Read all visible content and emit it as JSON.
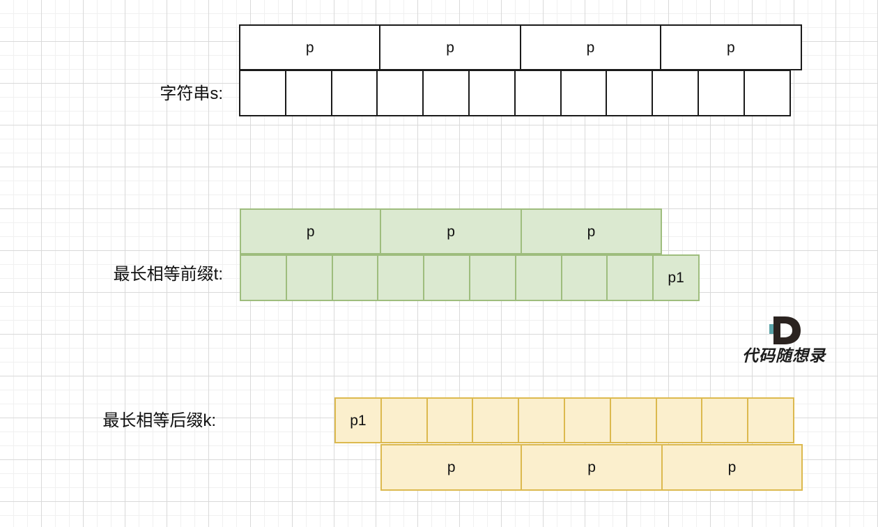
{
  "diagram": {
    "title": "KMP longest equal prefix and suffix decomposition",
    "colors": {
      "background": "#ffffff",
      "grid_minor": "#f0f0f0",
      "grid_major": "#d9d9d9",
      "plain_border": "#1a1a1a",
      "plain_fill": "#ffffff",
      "green_border": "#9ebd7d",
      "green_fill": "#dbe9d0",
      "yellow_border": "#dcb94e",
      "yellow_fill": "#fbefcd",
      "text": "#111111",
      "logo_dark": "#2b2320",
      "logo_teal": "#5ba3a8"
    },
    "sections": [
      {
        "id": "string-s",
        "label": "字符串s:",
        "style": "plain",
        "upper": {
          "blocks": [
            {
              "text": "p",
              "span": 3
            },
            {
              "text": "p",
              "span": 3
            },
            {
              "text": "p",
              "span": 3
            },
            {
              "text": "p",
              "span": 3
            }
          ]
        },
        "lower": {
          "blocks": [
            {
              "text": "",
              "span": 1
            },
            {
              "text": "",
              "span": 1
            },
            {
              "text": "",
              "span": 1
            },
            {
              "text": "",
              "span": 1
            },
            {
              "text": "",
              "span": 1
            },
            {
              "text": "",
              "span": 1
            },
            {
              "text": "",
              "span": 1
            },
            {
              "text": "",
              "span": 1
            },
            {
              "text": "",
              "span": 1
            },
            {
              "text": "",
              "span": 1
            },
            {
              "text": "",
              "span": 1
            },
            {
              "text": "",
              "span": 1
            }
          ]
        }
      },
      {
        "id": "prefix-t",
        "label": "最长相等前缀t:",
        "style": "green",
        "upper": {
          "blocks": [
            {
              "text": "p",
              "span": 3
            },
            {
              "text": "p",
              "span": 3
            },
            {
              "text": "p",
              "span": 3
            }
          ]
        },
        "lower": {
          "blocks": [
            {
              "text": "",
              "span": 1
            },
            {
              "text": "",
              "span": 1
            },
            {
              "text": "",
              "span": 1
            },
            {
              "text": "",
              "span": 1
            },
            {
              "text": "",
              "span": 1
            },
            {
              "text": "",
              "span": 1
            },
            {
              "text": "",
              "span": 1
            },
            {
              "text": "",
              "span": 1
            },
            {
              "text": "",
              "span": 1
            },
            {
              "text": "p1",
              "span": 1
            }
          ]
        }
      },
      {
        "id": "suffix-k",
        "label": "最长相等后缀k:",
        "style": "yellow",
        "upper": {
          "blocks": [
            {
              "text": "p1",
              "span": 1
            },
            {
              "text": "",
              "span": 1
            },
            {
              "text": "",
              "span": 1
            },
            {
              "text": "",
              "span": 1
            },
            {
              "text": "",
              "span": 1
            },
            {
              "text": "",
              "span": 1
            },
            {
              "text": "",
              "span": 1
            },
            {
              "text": "",
              "span": 1
            },
            {
              "text": "",
              "span": 1
            },
            {
              "text": "",
              "span": 1
            }
          ]
        },
        "lower": {
          "blocks": [
            {
              "text": "p",
              "span": 3
            },
            {
              "text": "p",
              "span": 3
            },
            {
              "text": "p",
              "span": 3
            }
          ]
        }
      }
    ],
    "watermark": {
      "logo_letter": "D",
      "text": "代码随想录"
    }
  },
  "metrics": {
    "unit_width": 67.8,
    "row_height_upper": 66,
    "row_height_lower": 67
  }
}
